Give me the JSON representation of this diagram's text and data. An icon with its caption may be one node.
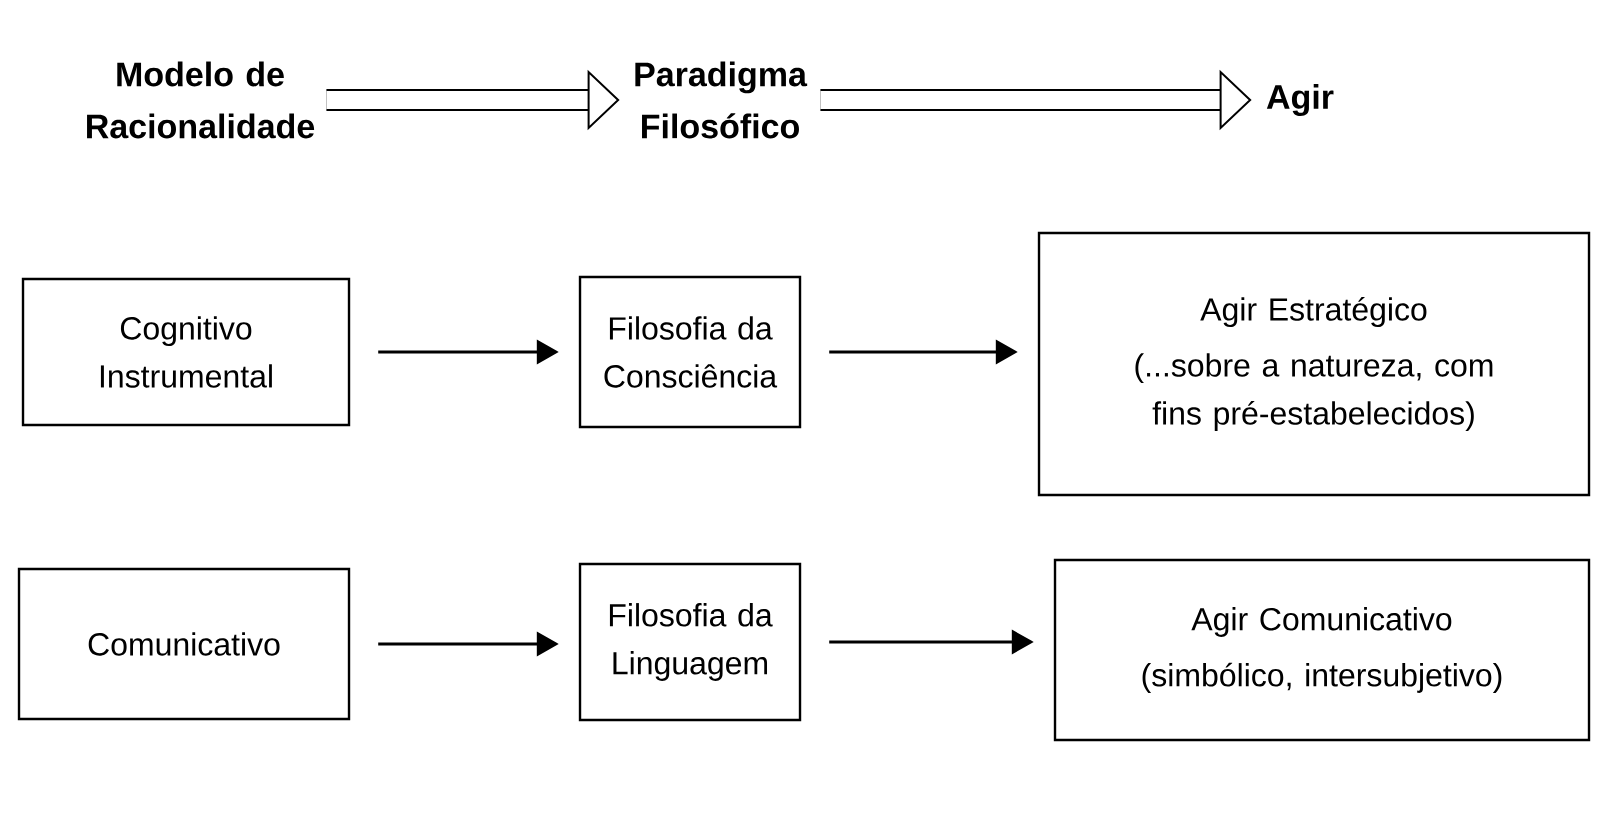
{
  "diagram": {
    "nodes": [
      {
        "text": [
          "Modelo de Racionalidade"
        ]
      },
      {
        "text": [
          "Paradigma Filosófico"
        ]
      },
      {
        "text": [
          "Agir"
        ]
      },
      {
        "text": [
          "Cognitivo Instrumental"
        ]
      },
      {
        "text": [
          "Filosofia da Consciência"
        ]
      },
      {
        "text": [
          "Agir Estratégico",
          "(...sobre a natureza, com fins pré-estabelecidos)"
        ]
      },
      {
        "text": [
          "Comunicativo"
        ]
      },
      {
        "text": [
          "Filosofia da Linguagem"
        ]
      },
      {
        "text": [
          "Agir Comunicativo",
          "(simbólico, intersubjetivo)"
        ]
      }
    ],
    "edges": [
      {
        "from": 0,
        "to": 1,
        "arrow": "to",
        "style": "thick"
      },
      {
        "from": 1,
        "to": 2,
        "arrow": "to",
        "style": "thick"
      },
      {
        "from": 3,
        "to": 4,
        "arrow": "to"
      },
      {
        "from": 4,
        "to": 5,
        "arrow": "to"
      },
      {
        "from": 6,
        "to": 7,
        "arrow": "to"
      },
      {
        "from": 7,
        "to": 8,
        "arrow": "to"
      }
    ]
  }
}
